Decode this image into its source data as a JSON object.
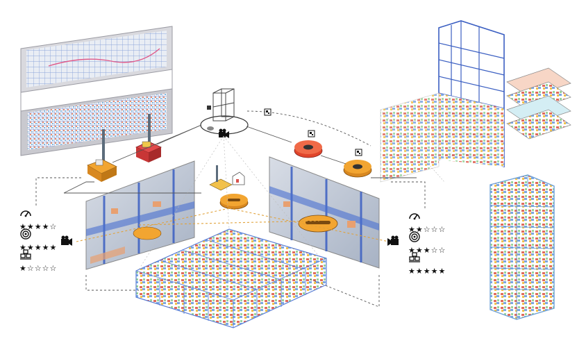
{
  "colors": {
    "rack_blue": "#5b7fd6",
    "rack_light": "#9cc3e8",
    "robot_orange": "#f2a531",
    "robot_red": "#e0452b",
    "path_orange": "#e1a23a",
    "line_gray": "#7a7a7a",
    "floor_gray": "#c8c8cc"
  },
  "icons": {
    "speed": "speedometer-icon",
    "target": "target-icon",
    "boxes": "stacked-boxes-icon",
    "camera": "video-camera-icon",
    "qr": "qr-code-icon"
  },
  "left_ratings": [
    {
      "icon": "speedometer-icon",
      "stars": 4,
      "max": 5
    },
    {
      "icon": "target-icon",
      "stars": 5,
      "max": 5
    },
    {
      "icon": "stacked-boxes-icon",
      "stars": 1,
      "max": 5
    }
  ],
  "right_ratings": [
    {
      "icon": "speedometer-icon",
      "stars": 2,
      "max": 5
    },
    {
      "icon": "target-icon",
      "stars": 3,
      "max": 5
    },
    {
      "icon": "stacked-boxes-icon",
      "stars": 5,
      "max": 5
    }
  ]
}
